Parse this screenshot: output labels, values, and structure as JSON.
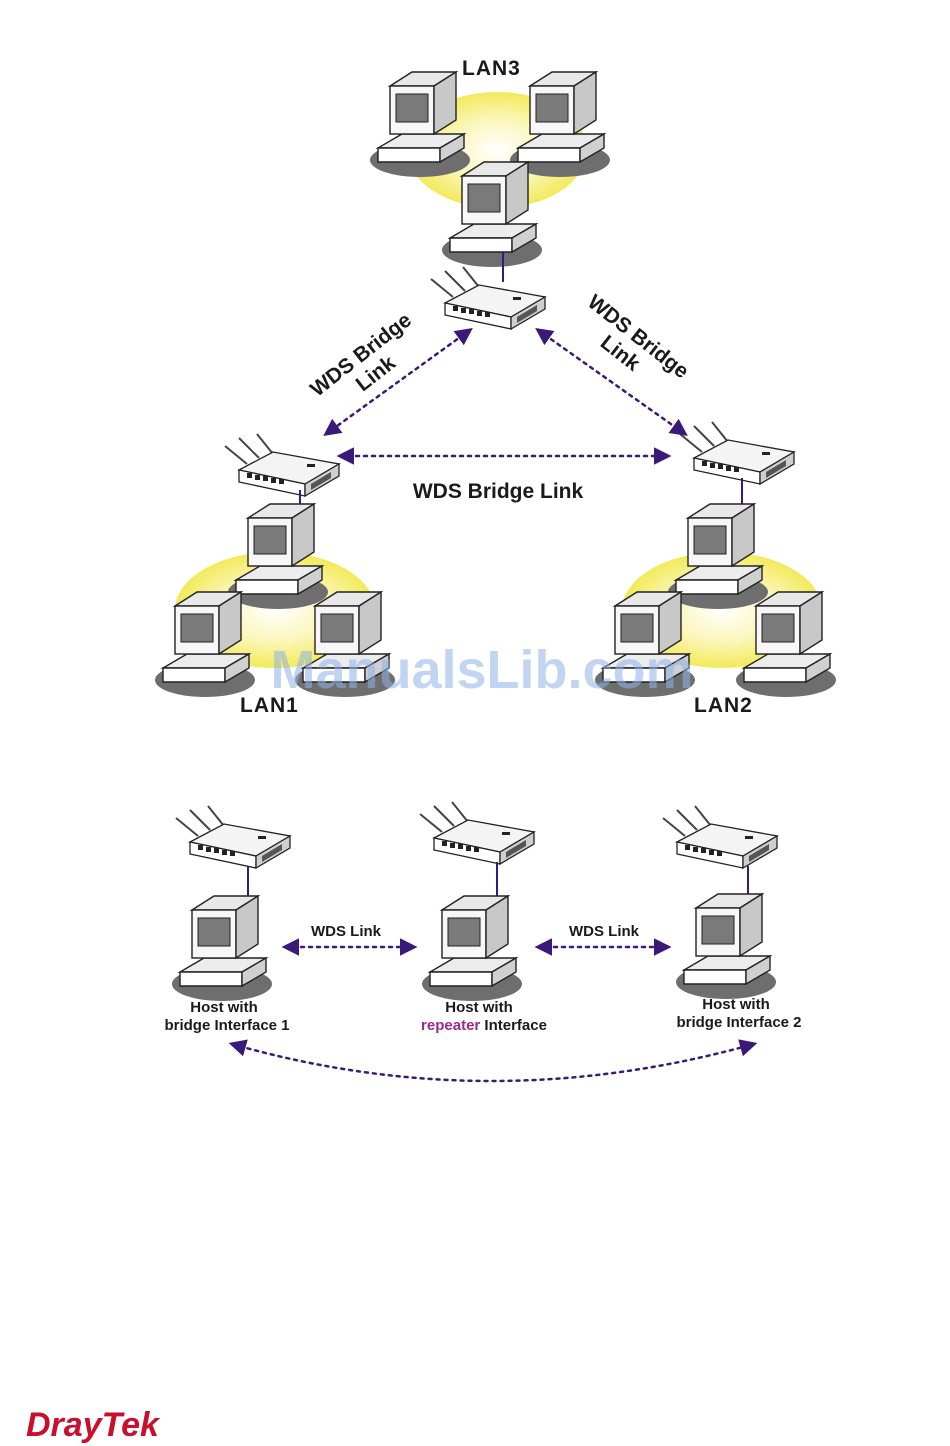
{
  "diagram1": {
    "lan1": "LAN1",
    "lan2": "LAN2",
    "lan3": "LAN3",
    "left_link_line1": "WDS Bridge",
    "left_link_line2": "Link",
    "right_link_line1": "WDS Bridge",
    "right_link_line2": "Link",
    "bottom_link": "WDS Bridge Link"
  },
  "diagram2": {
    "link_left": "WDS Link",
    "link_right": "WDS Link",
    "host1_line1": "Host with",
    "host1_line2": "bridge Interface 1",
    "host2_line1": "Host with",
    "host2_line2_highlight": "repeater",
    "host2_line2_rest": " Interface",
    "host3_line1": "Host with",
    "host3_line2": "bridge Interface 2"
  },
  "watermark": "ManualsLib.com",
  "logo": "DrayTek",
  "colors": {
    "link": "#3a1a78",
    "highlight_glow": "#f5ef6a",
    "repeater_text": "#9b2a8e",
    "brand": "#c8102e"
  }
}
